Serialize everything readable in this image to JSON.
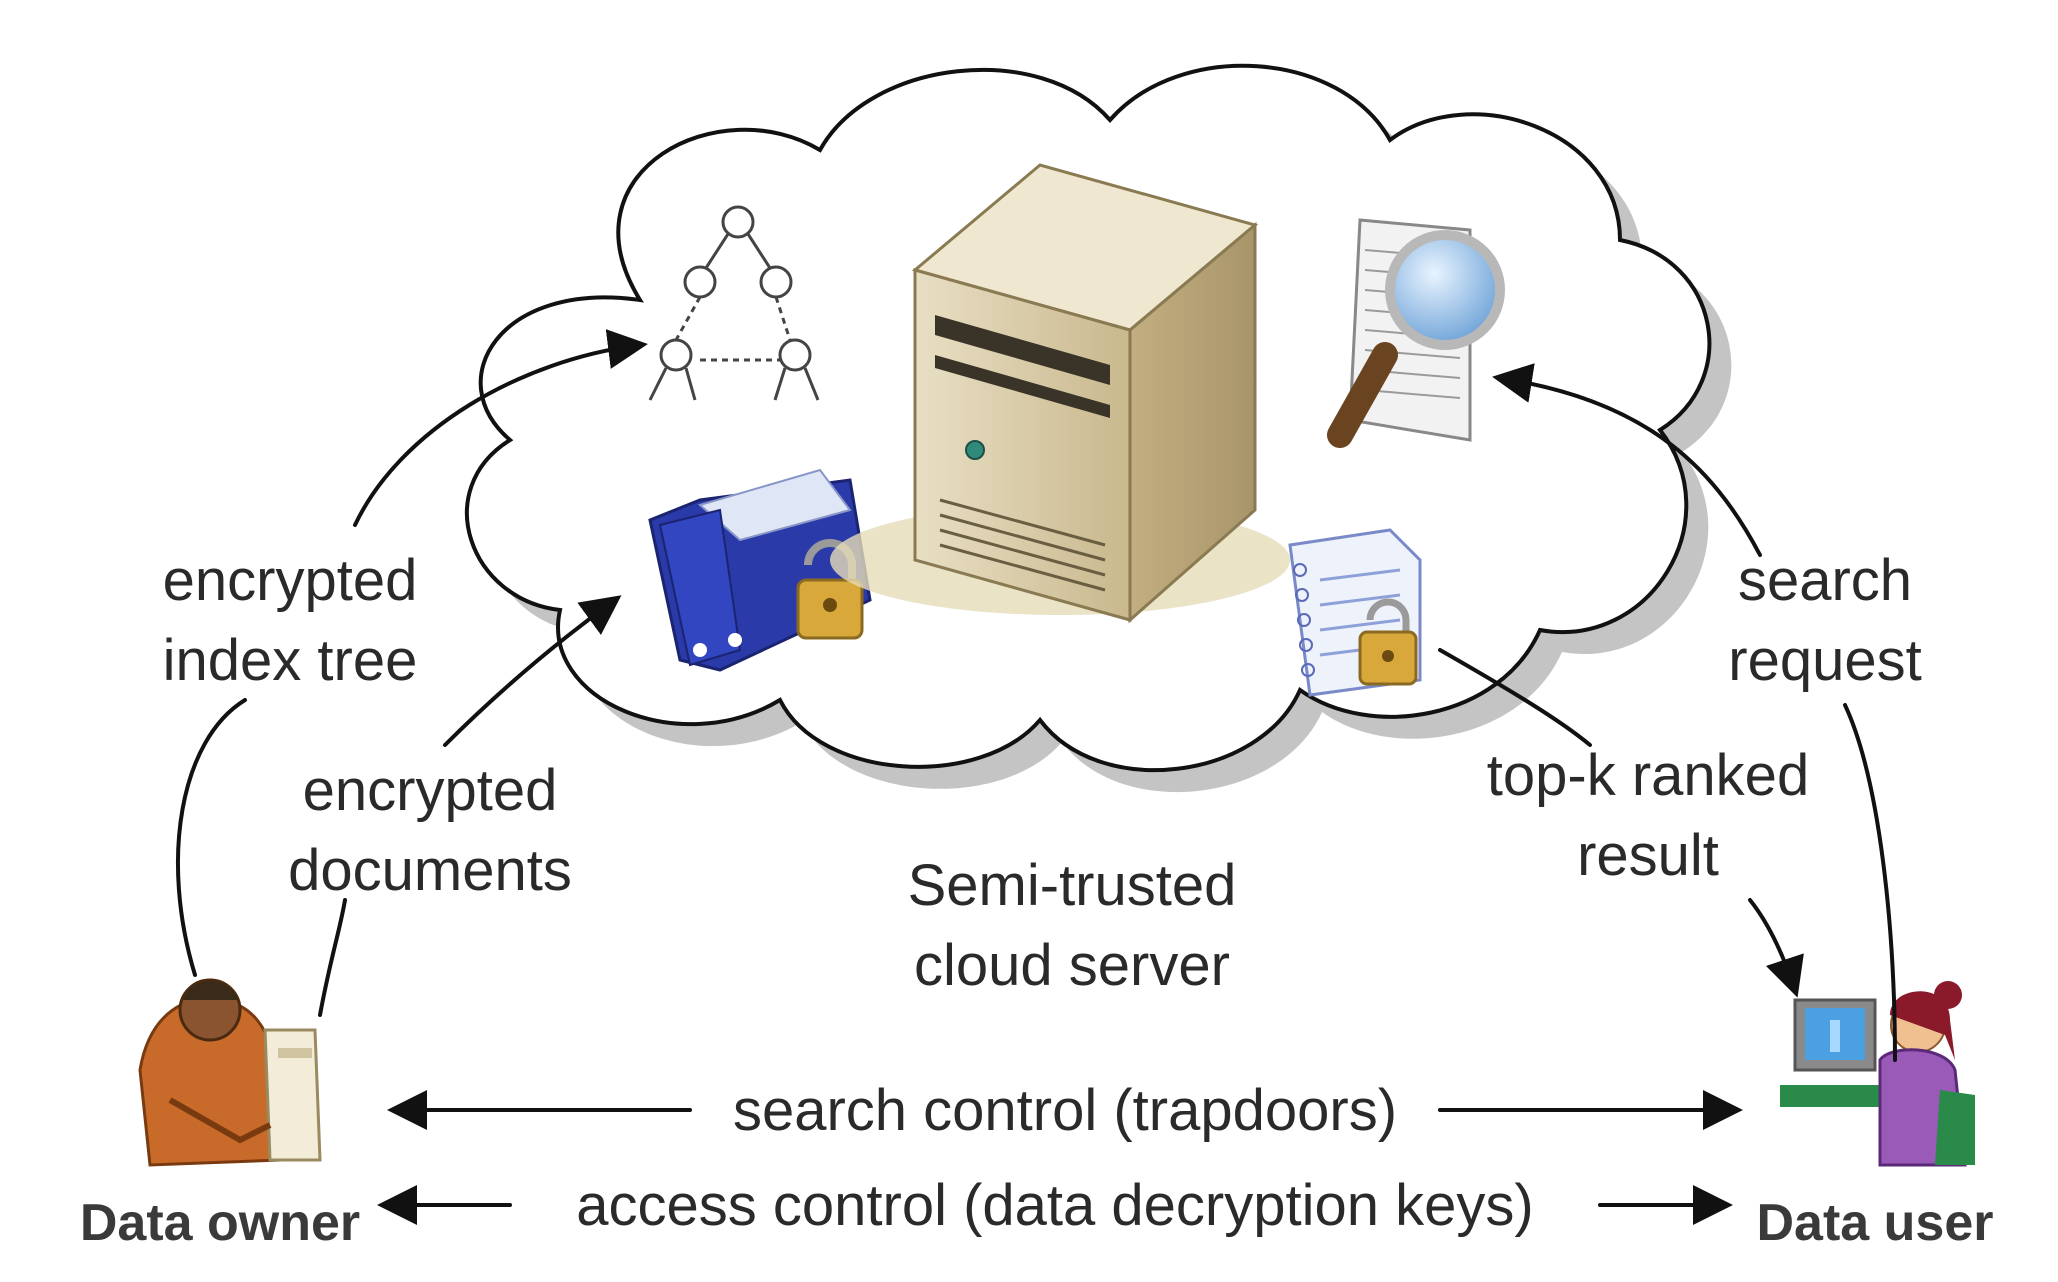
{
  "labels": {
    "encrypted_index_tree": [
      "encrypted",
      "index tree"
    ],
    "encrypted_documents": [
      "encrypted",
      "documents"
    ],
    "cloud_server": [
      "Semi-trusted",
      "cloud server"
    ],
    "top_k_result": [
      "top-k ranked",
      "result"
    ],
    "search_request": [
      "search",
      "request"
    ],
    "search_control": "search control (trapdoors)",
    "access_control": "access control (data decryption keys)",
    "data_owner": "Data owner",
    "data_user": "Data user"
  },
  "icons": {
    "index_tree": "index-tree-icon",
    "encrypted_folder": "encrypted-folder-icon",
    "server": "server-tower-icon",
    "search_doc": "document-magnifier-icon",
    "encrypted_doc": "encrypted-document-icon",
    "owner": "data-owner-person-icon",
    "user": "data-user-person-icon"
  },
  "colors": {
    "stroke": "#111111",
    "cloud_shadow": "#bdbdbd",
    "folder_blue": "#2a3aa8",
    "server_beige": "#d9ccab",
    "lock_gold": "#d8a83a"
  }
}
